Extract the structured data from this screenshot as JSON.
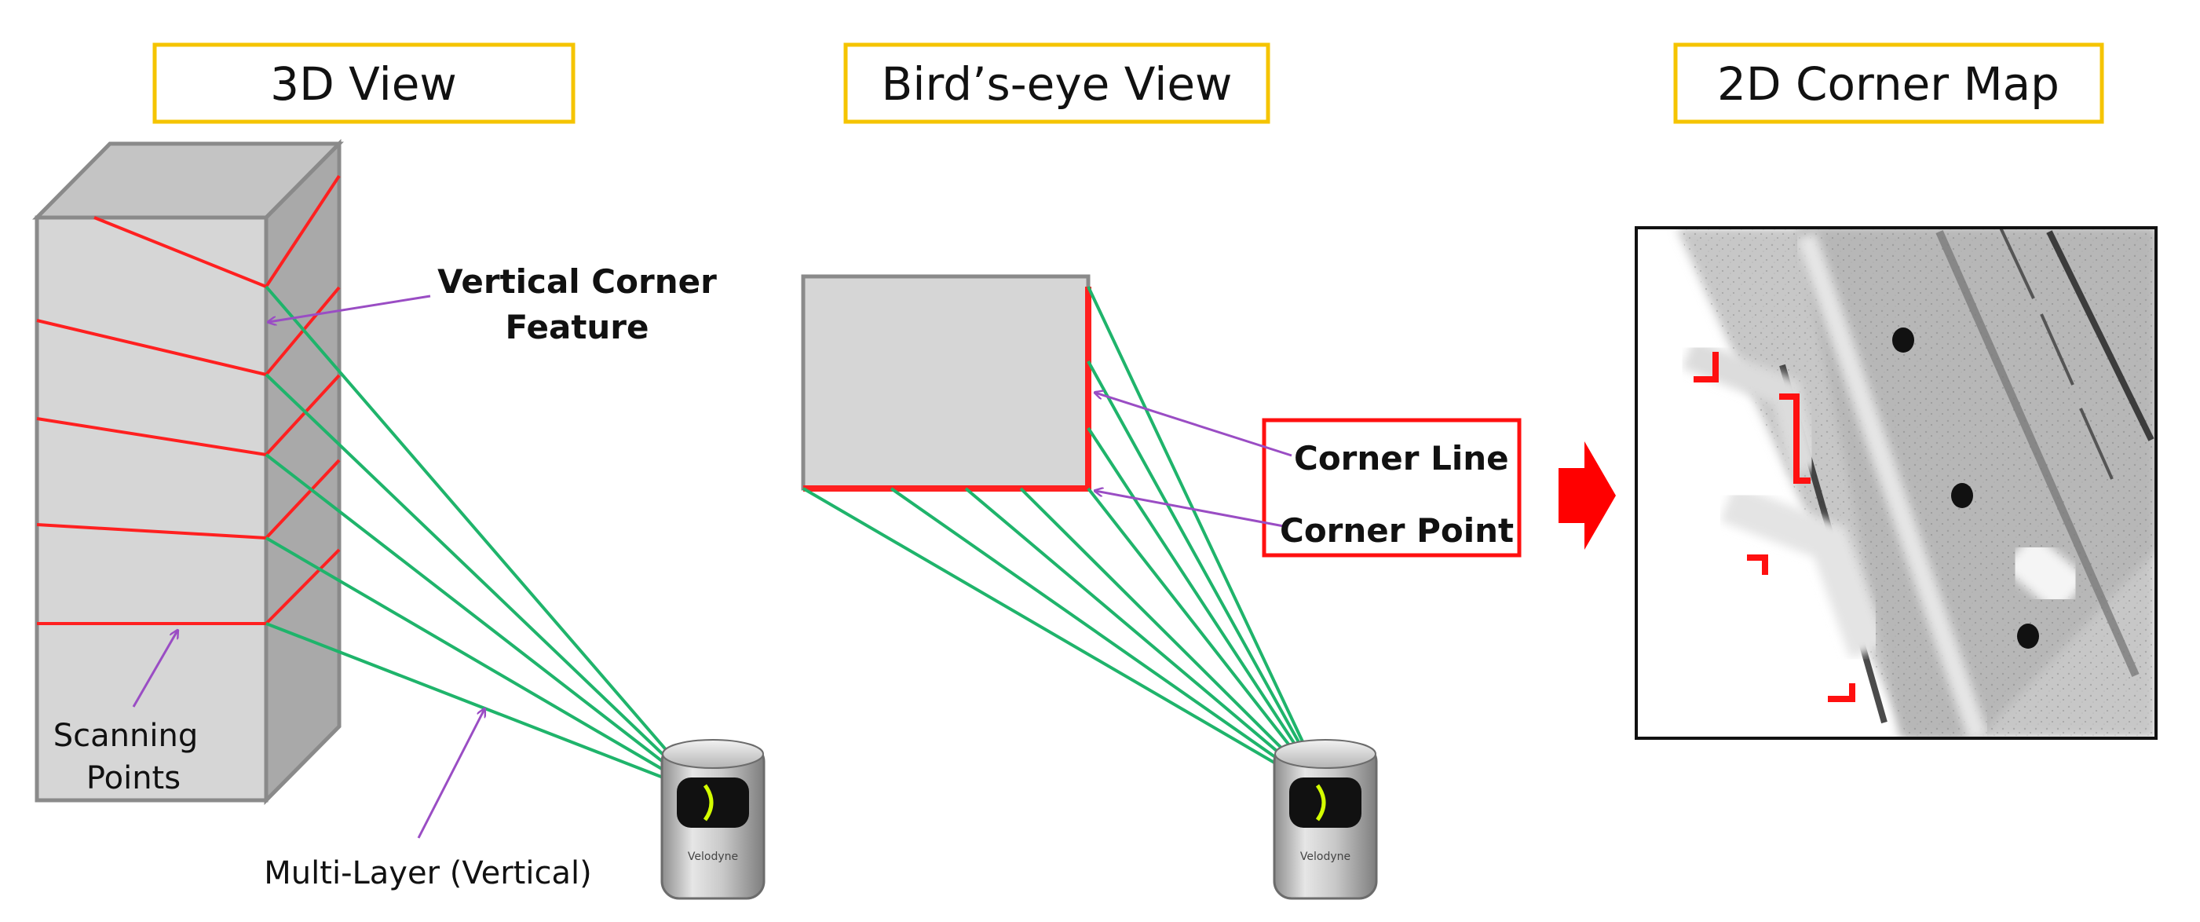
{
  "panels": {
    "view3d": {
      "title": "3D View",
      "labels": {
        "vertical_corner_line1": "Vertical Corner",
        "vertical_corner_line2": "Feature",
        "scanning_line1": "Scanning",
        "scanning_line2": "Points",
        "multilayer": "Multi-Layer (Vertical)"
      }
    },
    "birdseye": {
      "title": "Bird’s-eye View",
      "labels": {
        "corner_line": "Corner Line",
        "corner_point": "Corner Point"
      }
    },
    "map2d": {
      "title": "2D Corner Map"
    }
  },
  "sensor": {
    "brand": "Velodyne"
  },
  "colors": {
    "title_border": "#f5c400",
    "scan_line": "#ff2020",
    "beam": "#1fb46b",
    "arrow": "#9a4dc4",
    "box_front": "#d6d6d6",
    "box_side": "#a9a9a9",
    "box_top": "#c4c4c4",
    "box_outline": "#8a8a8a",
    "callout_border": "#ff1010",
    "flow_arrow": "#ff0000"
  },
  "icons": {
    "sensor": "lidar-sensor-icon",
    "flow": "right-arrow-icon"
  }
}
